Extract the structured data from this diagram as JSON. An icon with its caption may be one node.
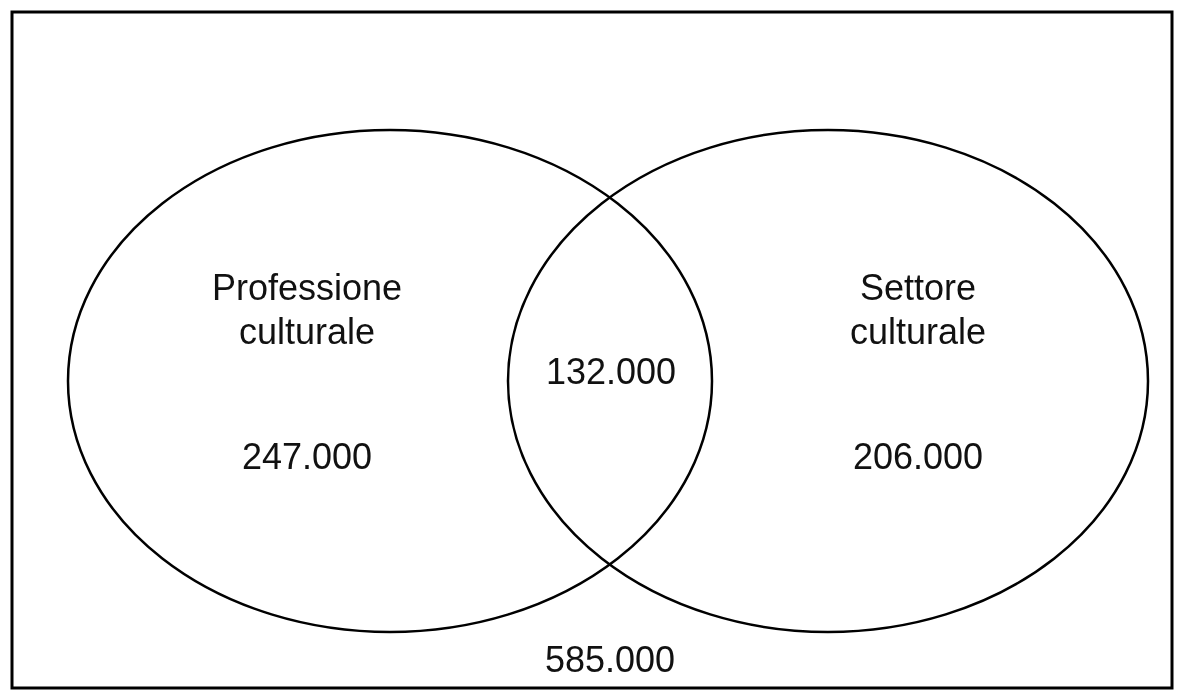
{
  "diagram": {
    "nodes": [
      {
        "text": [
          "Professione culturale",
          "247.000"
        ]
      },
      {
        "text": [
          "Settore culturale",
          "206.000"
        ]
      }
    ],
    "labels": [
      "132.000",
      "585.000"
    ]
  }
}
